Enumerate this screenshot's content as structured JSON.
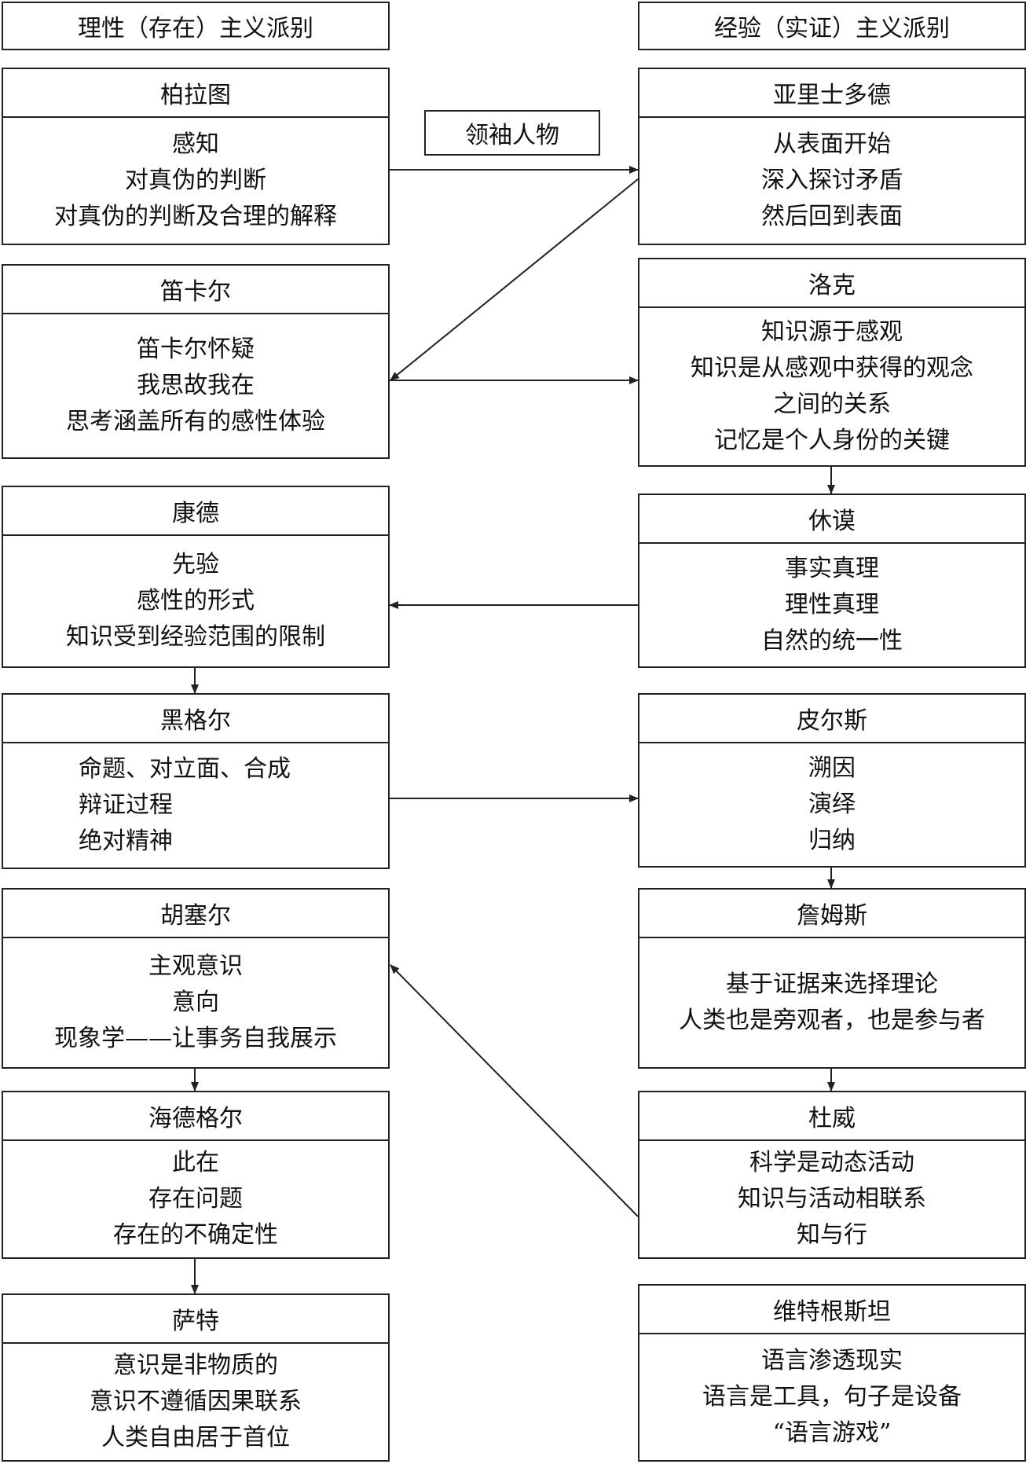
{
  "headers": {
    "rational": "理性（存在）主义派别",
    "empirical": "经验（实证）主义派别",
    "leader": "领袖人物"
  },
  "left": [
    {
      "title": "柏拉图",
      "lines": [
        "感知",
        "对真伪的判断",
        "对真伪的判断及合理的解释"
      ]
    },
    {
      "title": "笛卡尔",
      "lines": [
        "笛卡尔怀疑",
        "我思故我在",
        "思考涵盖所有的感性体验"
      ]
    },
    {
      "title": "康德",
      "lines": [
        "先验",
        "感性的形式",
        "知识受到经验范围的限制"
      ]
    },
    {
      "title": "黑格尔",
      "lines": [
        "命题、对立面、合成",
        "辩证过程",
        "绝对精神"
      ]
    },
    {
      "title": "胡塞尔",
      "lines": [
        "主观意识",
        "意向",
        "现象学——让事务自我展示"
      ]
    },
    {
      "title": "海德格尔",
      "lines": [
        "此在",
        "存在问题",
        "存在的不确定性"
      ]
    },
    {
      "title": "萨特",
      "lines": [
        "意识是非物质的",
        "意识不遵循因果联系",
        "人类自由居于首位"
      ]
    }
  ],
  "right": [
    {
      "title": "亚里士多德",
      "lines": [
        "从表面开始",
        "深入探讨矛盾",
        "然后回到表面"
      ]
    },
    {
      "title": "洛克",
      "lines": [
        "知识源于感观",
        "知识是从感观中获得的观念",
        "之间的关系",
        "记忆是个人身份的关键"
      ]
    },
    {
      "title": "休谟",
      "lines": [
        "事实真理",
        "理性真理",
        "自然的统一性"
      ]
    },
    {
      "title": "皮尔斯",
      "lines": [
        "溯因",
        "演绎",
        "归纳"
      ]
    },
    {
      "title": "詹姆斯",
      "lines": [
        "基于证据来选择理论",
        "人类也是旁观者，也是参与者"
      ]
    },
    {
      "title": "杜威",
      "lines": [
        "科学是动态活动",
        "知识与活动相联系",
        "知与行"
      ]
    },
    {
      "title": "维特根斯坦",
      "lines": [
        "语言渗透现实",
        "语言是工具，句子是设备",
        "“语言游戏”"
      ]
    }
  ]
}
